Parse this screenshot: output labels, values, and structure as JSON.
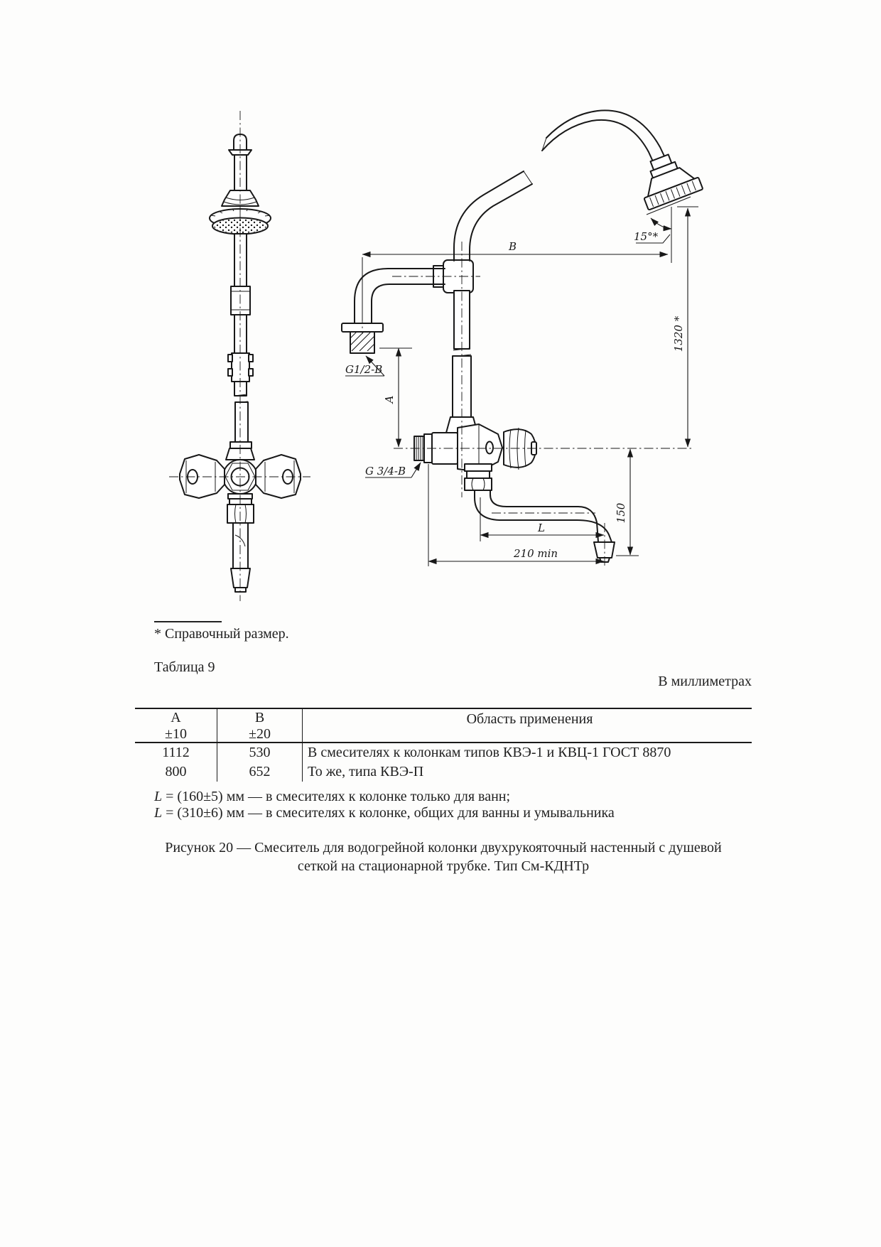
{
  "figure": {
    "labels": {
      "dim_B": "В",
      "angle": "15°*",
      "height_1320": "1320 *",
      "dim_A": "А",
      "thread_top": "G1/2-B",
      "thread_side": "G 3/4-В",
      "dim_150": "150",
      "dim_L": "L",
      "dim_210": "210 min"
    },
    "caption_line1": "Рисунок 20 — Смеситель для водогрейной колонки двухрукояточный настенный с душевой",
    "caption_line2": "сеткой на стационарной трубке. Тип См-КДНТр"
  },
  "footnote": {
    "text": "* Справочный размер."
  },
  "table": {
    "label": "Таблица 9",
    "units_note": "В миллиметрах",
    "columns": [
      {
        "title": "А",
        "tolerance": "±10"
      },
      {
        "title": "В",
        "tolerance": "±20"
      },
      {
        "title": "Область применения",
        "tolerance": ""
      }
    ],
    "rows": [
      {
        "a": "1112",
        "b": "530",
        "application": "В смесителях к колонкам типов КВЭ-1 и КВЦ-1 ГОСТ 8870"
      },
      {
        "a": "800",
        "b": "652",
        "application": "То же, типа КВЭ-П"
      }
    ]
  },
  "notes": [
    {
      "prefix": "L",
      "rest": " = (160±5) мм — в смесителях к колонке только для ванн;"
    },
    {
      "prefix": "L",
      "rest": " = (310±6) мм — в смесителях к колонке, общих для ванны и умывальника"
    }
  ]
}
